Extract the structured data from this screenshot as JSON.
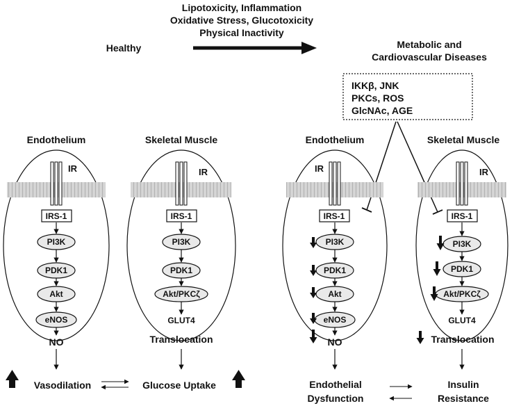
{
  "header": {
    "stress_lines": [
      "Lipotoxicity, Inflammation",
      "Oxidative Stress, Glucotoxicity",
      "Physical Inactivity"
    ],
    "healthy": "Healthy",
    "disease_lines": [
      "Metabolic and",
      "Cardiovascular Diseases"
    ]
  },
  "inhibitors": [
    "IKKβ, JNK",
    "PKCs, ROS",
    "GlcNAc, AGE"
  ],
  "cells": {
    "endothelium": "Endothelium",
    "skeletal_muscle": "Skeletal Muscle",
    "receptor": "IR",
    "irs": "IRS-1",
    "pi3k": "PI3K",
    "pdk1": "PDK1",
    "akt": "Akt",
    "akt_pkc": "Akt/PKCζ",
    "enos": "eNOS",
    "glut4": "GLUT4"
  },
  "outputs": {
    "no": "NO",
    "translocation": "Translocation",
    "vasodilation": "Vasodilation",
    "glucose_uptake": "Glucose Uptake",
    "endothelial_dysfunction": [
      "Endothelial",
      "Dysfunction"
    ],
    "insulin_resistance": [
      "Insulin",
      "Resistance"
    ]
  },
  "colors": {
    "line": "#111111",
    "membrane": "#c8c8c8",
    "node_fill": "#e9e9e9"
  }
}
